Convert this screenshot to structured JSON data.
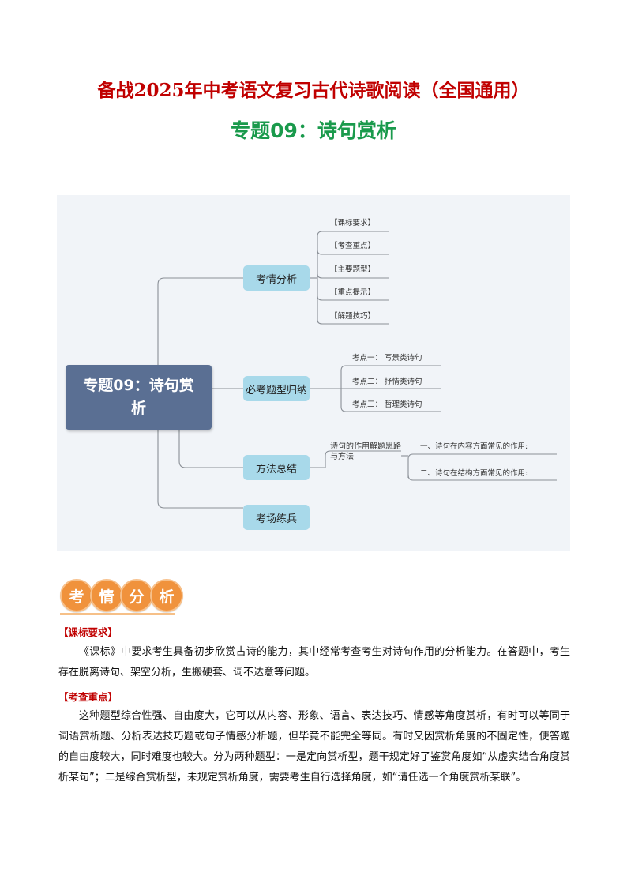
{
  "header": {
    "title": "备战2025年中考语文复习古代诗歌阅读（全国通用）",
    "subtitle": "专题09：诗句赏析"
  },
  "mindmap": {
    "root": "专题09：诗句赏析",
    "branches": [
      {
        "label": "考情分析",
        "children": [
          "【课标要求】",
          "【考查重点】",
          "【主要题型】",
          "【重点提示】",
          "【解题技巧】"
        ]
      },
      {
        "label": "必考题型归纳",
        "children": [
          "考点一： 写景类诗句",
          "考点二： 抒情类诗句",
          "考点三： 哲理类诗句"
        ]
      },
      {
        "label": "方法总结",
        "sub_label": "诗句的作用解题思路与方法",
        "children": [
          "一、诗句在内容方面常见的作用:",
          "二、诗句在结构方面常见的作用:"
        ]
      },
      {
        "label": "考场练兵",
        "children": []
      }
    ]
  },
  "section_badge": [
    "考",
    "情",
    "分",
    "析"
  ],
  "sections": [
    {
      "heading": "【课标要求】",
      "text": "《课标》中要求考生具备初步欣赏古诗的能力，其中经常考查考生对诗句作用的分析能力。在答题中，考生存在脱离诗句、架空分析，生搬硬套、词不达意等问题。"
    },
    {
      "heading": "【考查重点】",
      "text": "这种题型综合性强、自由度大，它可以从内容、形象、语言、表达技巧、情感等角度赏析，有时可以等同于词语赏析题、分析表达技巧题或句子情感分析题，但毕竟不能完全等同。有时又因赏析角度的不固定性，使答题的自由度较大，同时难度也较大。分为两种题型：一是定向赏析型，题干规定好了鉴赏角度如“从虚实结合角度赏析某句”；二是综合赏析型，未规定赏析角度，需要考生自行选择角度，如“请任选一个角度赏析某联”。"
    }
  ],
  "colors": {
    "title": "#c00000",
    "subtitle": "#1a9a4c",
    "root": "#5a6f93",
    "node": "#a8d9ea",
    "badge": "#f0923c"
  }
}
